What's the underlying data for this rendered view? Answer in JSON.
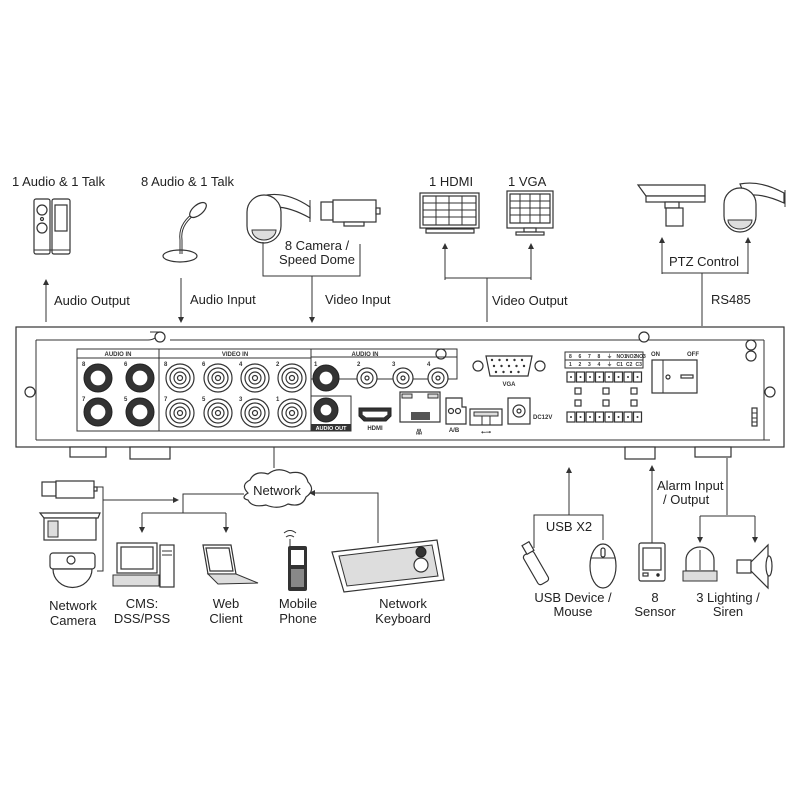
{
  "top_devices": {
    "speakers": {
      "title": "1 Audio  & 1 Talk",
      "link_label": "Audio  Output"
    },
    "microphone": {
      "title": "8 Audio & 1 Talk",
      "link_label": "Audio  Input"
    },
    "cameras": {
      "title_line1": "8 Camera /",
      "title_line2": "Speed Dome",
      "link_label": "Video Input"
    },
    "monitors": {
      "hdmi_title": "1 HDMI",
      "vga_title": "1 VGA",
      "link_label": "Video Output"
    },
    "ptz": {
      "group_label": "PTZ Control",
      "link_label": "RS485"
    }
  },
  "panel": {
    "audio_in_left_label": "AUDIO IN",
    "video_in_label": "VIDEO IN",
    "audio_in_right_label": "AUDIO IN",
    "audio_out_label": "AUDIO OUT",
    "hdmi_label": "HDMI",
    "vga_label": "VGA",
    "ab_label": "A/B",
    "dc_label": "DC12V",
    "power_on": "ON",
    "power_off": "OFF",
    "audio_in_left_numbers": [
      "8",
      "6",
      "7",
      "5"
    ],
    "video_in_top_numbers": [
      "8",
      "6",
      "4",
      "2"
    ],
    "video_in_bottom_numbers": [
      "7",
      "5",
      "3",
      "1"
    ],
    "audio_in_right_numbers": [
      "1",
      "2",
      "3",
      "4"
    ],
    "alarm_top_labels": [
      "8",
      "6",
      "7",
      "8",
      "⏚",
      "NO1",
      "NO2",
      "NO3"
    ],
    "alarm_bottom_labels": [
      "1",
      "2",
      "3",
      "4",
      "⏚",
      "C1",
      "C2",
      "C3"
    ]
  },
  "bottom_devices": {
    "network": {
      "cloud_label": "Network"
    },
    "network_camera": {
      "line1": "Network",
      "line2": "Camera"
    },
    "cms": {
      "line1": "CMS:",
      "line2": "DSS/PSS"
    },
    "web_client": {
      "line1": "Web",
      "line2": "Client"
    },
    "mobile": {
      "line1": "Mobile",
      "line2": "Phone"
    },
    "keyboard": {
      "line1": "Network",
      "line2": "Keyboard"
    },
    "usb": {
      "group_label": "USB X2",
      "line1": "USB Device /",
      "line2": "Mouse"
    },
    "alarm": {
      "link_line1": "Alarm Input",
      "link_line2": "/ Output"
    },
    "sensor": {
      "line1": "8",
      "line2": "Sensor"
    },
    "siren": {
      "line1": "3 Lighting /",
      "line2": "Siren"
    }
  }
}
